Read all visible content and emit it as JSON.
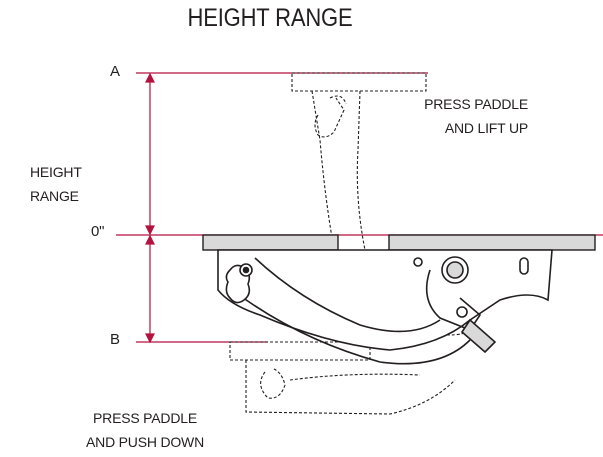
{
  "title": "HEIGHT RANGE",
  "markers": {
    "top": "A",
    "zero": "0\"",
    "bottom": "B"
  },
  "side_label": {
    "line1": "HEIGHT",
    "line2": "RANGE"
  },
  "note_up": {
    "line1": "PRESS PADDLE",
    "line2": "AND LIFT UP"
  },
  "note_down": {
    "line1": "PRESS PADDLE",
    "line2": "AND PUSH DOWN"
  },
  "colors": {
    "accent": "#b5123f",
    "ink": "#231f20",
    "plate": "#d9d9d9"
  }
}
